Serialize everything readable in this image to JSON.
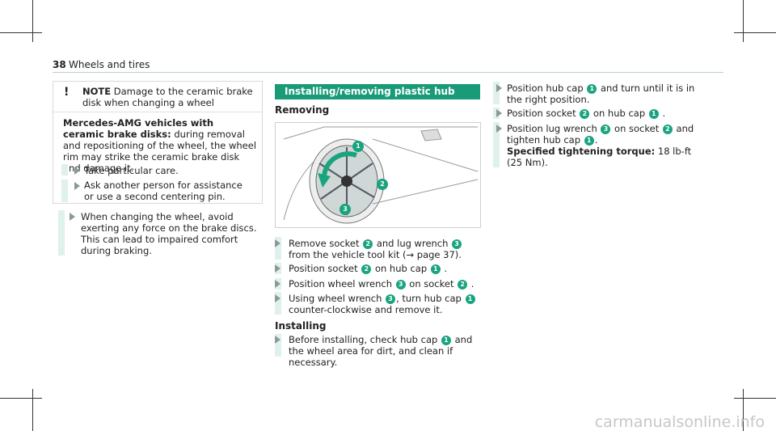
{
  "header": {
    "page_number": "38",
    "title": "Wheels and tires"
  },
  "note": {
    "icon": "warning-icon",
    "label": "NOTE",
    "text": "Damage to the ceramic brake disk when changing a wheel",
    "body_bold": "Mercedes-AMG vehicles with ceramic brake disks:",
    "body_text": "during removal and reposition­ing of the wheel, the wheel rim may strike the ceramic brake disk and damage it.",
    "steps": [
      "Take particular care.",
      "Ask another person for assistance or use a second centering pin."
    ]
  },
  "left_step": "When changing the wheel, avoid exerting any force on the brake discs. This can lead to impaired comfort during braking.",
  "section": {
    "title": "Installing/removing plastic hub caps",
    "removing_heading": "Removing",
    "figure_labels": [
      "1",
      "2",
      "3"
    ],
    "removing_steps": [
      {
        "pre": "Remove socket",
        "b1": "2",
        "mid": "and lug wrench",
        "b2": "3",
        "post": "from the vehicle tool kit (→ page 37)."
      },
      {
        "pre": "Position socket",
        "b1": "2",
        "mid": "on hub cap",
        "b2": "1",
        "post": "."
      },
      {
        "pre": "Position wheel wrench",
        "b1": "3",
        "mid": "on socket",
        "b2": "2",
        "post": "."
      },
      {
        "pre": "Using wheel wrench",
        "b1": "3",
        "mid": ", turn hub cap",
        "b2": "1",
        "post": "counter-clockwise and remove it."
      }
    ],
    "installing_heading": "Installing",
    "installing_step": {
      "pre": "Before installing, check hub cap",
      "b1": "1",
      "post": "and the wheel area for dirt, and clean if necessary."
    }
  },
  "right_steps": [
    {
      "pre": "Position hub cap",
      "b1": "1",
      "post": "and turn until it is in the right position."
    },
    {
      "pre": "Position socket",
      "b1": "2",
      "mid": "on hub cap",
      "b2": "1",
      "post": "."
    },
    {
      "pre": "Position lug wrench",
      "b1": "3",
      "mid": "on socket",
      "b2": "2",
      "post": "and tighten hub cap",
      "b3": "1",
      "post2": ".",
      "bold": "Specified tightening torque:",
      "value": "18 lb-ft (25 Nm)."
    }
  ],
  "watermark": "carmanualsonline.info"
}
